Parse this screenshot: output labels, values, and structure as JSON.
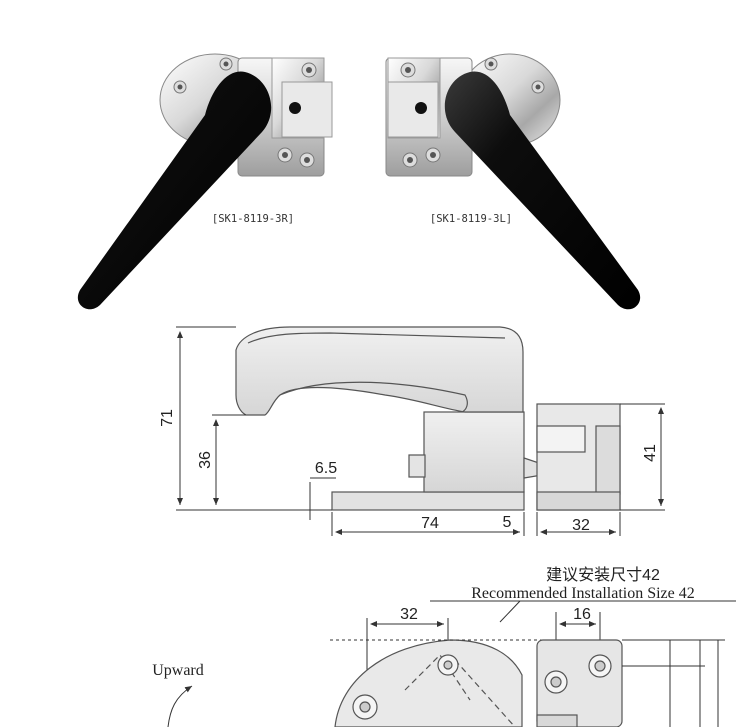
{
  "products": {
    "right_model": "[SK1-8119-3R]",
    "left_model": "[SK1-8119-3L]"
  },
  "side_view": {
    "dim_height_total": "71",
    "dim_height_handle": "36",
    "dim_thickness": "6.5",
    "dim_width_main": "74",
    "dim_gap": "5",
    "dim_width_keeper": "32",
    "dim_height_keeper": "41"
  },
  "install_view": {
    "title_cn": "建议安装尺寸42",
    "title_en": "Recommended Installation Size 42",
    "dim_left": "32",
    "dim_right": "16",
    "upward_label": "Upward"
  },
  "colors": {
    "handle": "#0d0d0d",
    "chrome_light": "#f2f2f2",
    "chrome_dark": "#9a9a9a",
    "line": "#444444",
    "body_fill": "#e8e8e8"
  }
}
